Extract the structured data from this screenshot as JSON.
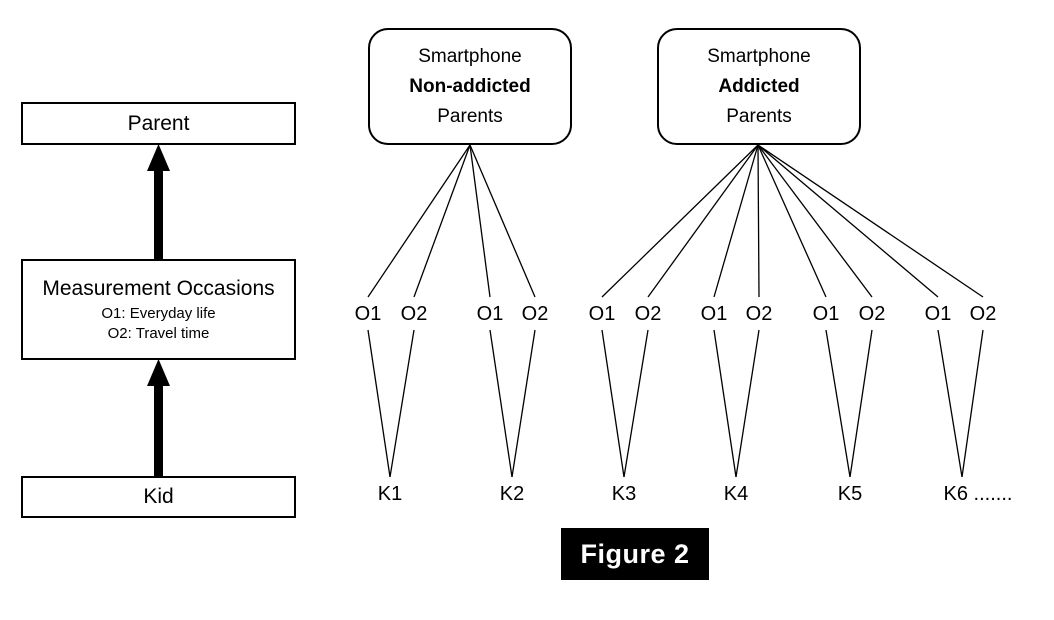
{
  "figure": {
    "caption": "Figure 2"
  },
  "left_model": {
    "levels": [
      {
        "id": "parent",
        "title": "Parent",
        "sub1": "",
        "sub2": ""
      },
      {
        "id": "measurement-occasions",
        "title": "Measurement Occasions",
        "sub1": "O1: Everyday life",
        "sub2": "O2: Travel time"
      },
      {
        "id": "kid",
        "title": "Kid",
        "sub1": "",
        "sub2": ""
      }
    ],
    "arrows": [
      {
        "from": "kid",
        "to": "measurement-occasions"
      },
      {
        "from": "measurement-occasions",
        "to": "parent"
      }
    ]
  },
  "right_model": {
    "groups": [
      {
        "id": "non-addicted",
        "line1": "Smartphone",
        "line2": "Non-addicted",
        "line3": "Parents",
        "kids": [
          "K1",
          "K2"
        ]
      },
      {
        "id": "addicted",
        "line1": "Smartphone",
        "line2": "Addicted",
        "line3": "Parents",
        "kids": [
          "K3",
          "K4",
          "K5",
          "K6 ......."
        ]
      }
    ],
    "occasion_labels": [
      "O1",
      "O2"
    ],
    "occasions": [
      {
        "label": "O1"
      },
      {
        "label": "O2"
      },
      {
        "label": "O1"
      },
      {
        "label": "O2"
      },
      {
        "label": "O1"
      },
      {
        "label": "O2"
      },
      {
        "label": "O1"
      },
      {
        "label": "O2"
      },
      {
        "label": "O1"
      },
      {
        "label": "O2"
      },
      {
        "label": "O1"
      },
      {
        "label": "O2"
      }
    ],
    "kids": [
      {
        "label": "K1"
      },
      {
        "label": "K2"
      },
      {
        "label": "K3"
      },
      {
        "label": "K4"
      },
      {
        "label": "K5"
      },
      {
        "label": "K6 ......."
      }
    ]
  },
  "colors": {
    "stroke": "#000000",
    "background": "#ffffff",
    "caption_bg": "#000000",
    "caption_fg": "#ffffff"
  }
}
